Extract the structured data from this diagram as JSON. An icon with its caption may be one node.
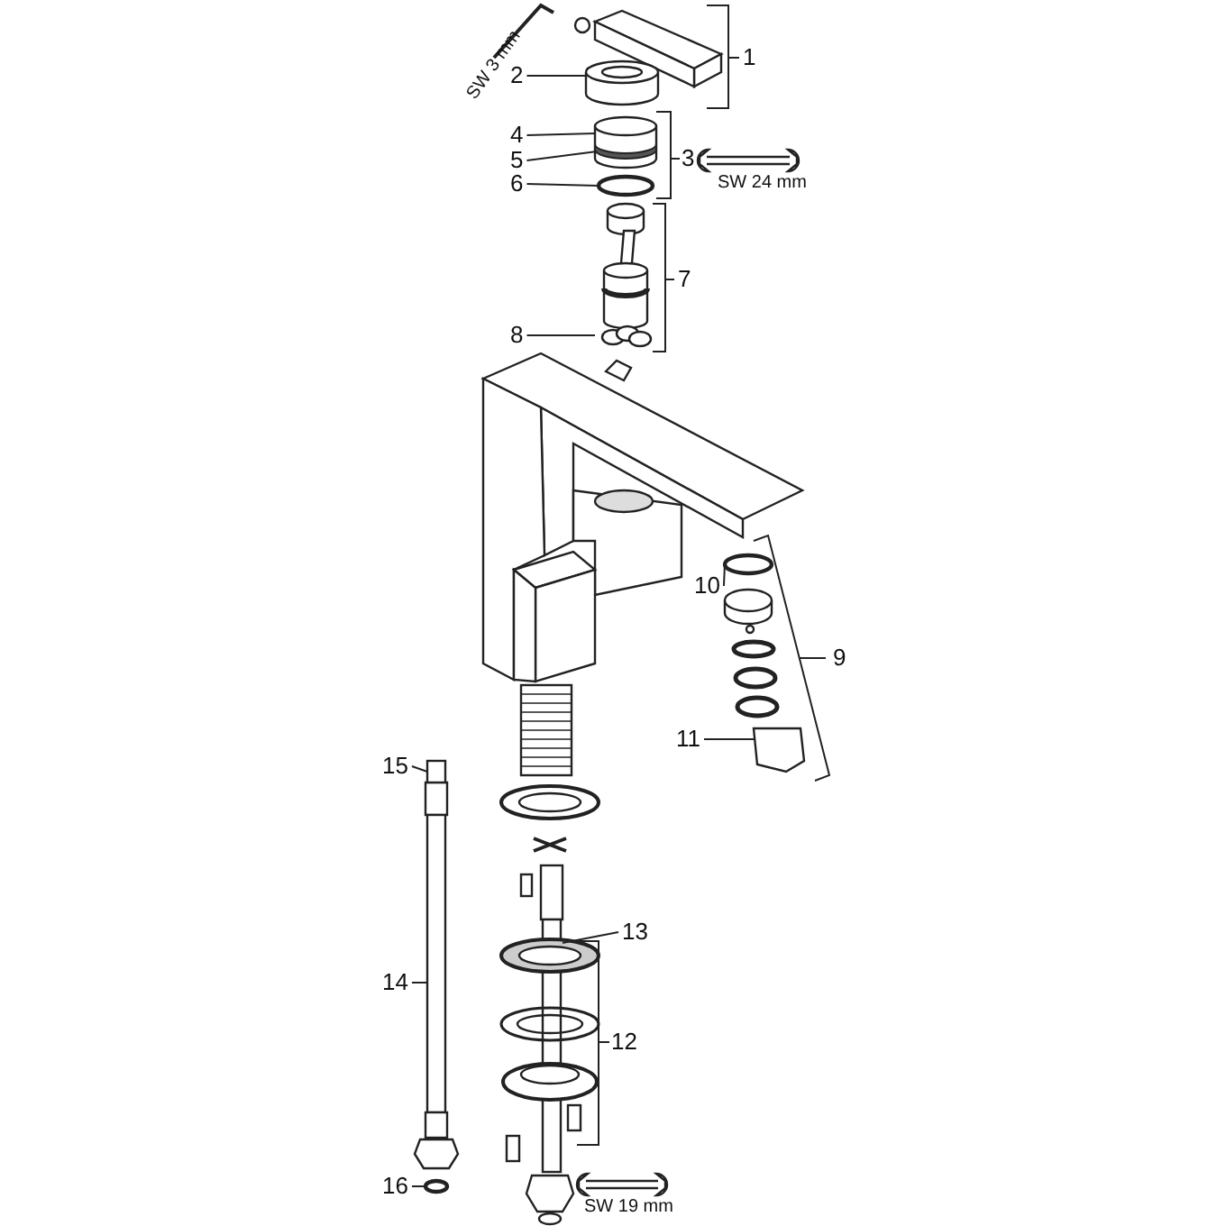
{
  "diagram": {
    "nodes": [
      {
        "text": [
          "2"
        ]
      },
      {
        "text": [
          "4"
        ]
      },
      {
        "text": [
          "5"
        ]
      },
      {
        "text": [
          "6"
        ]
      },
      {
        "text": [
          "8"
        ]
      },
      {
        "text": [
          "10"
        ]
      },
      {
        "text": [
          "11"
        ]
      },
      {
        "text": [
          "15"
        ]
      },
      {
        "text": [
          "13"
        ]
      },
      {
        "text": [
          "14"
        ]
      },
      {
        "text": [
          "16"
        ]
      },
      {
        "text": [],
        "shape": "ring"
      },
      {
        "text": [],
        "shape": "ring"
      },
      {
        "text": [],
        "shape": "box"
      },
      {
        "text": [],
        "shape": "ring"
      }
    ],
    "edges": [
      {
        "from": 0,
        "to": null,
        "arrow": "none"
      },
      {
        "from": 1,
        "to": null,
        "arrow": "none"
      },
      {
        "from": 2,
        "to": null,
        "arrow": "none"
      },
      {
        "from": 3,
        "to": 11,
        "arrow": "none"
      },
      {
        "from": 4,
        "to": null,
        "arrow": "none"
      },
      {
        "from": 5,
        "to": 12,
        "arrow": "none"
      },
      {
        "from": 6,
        "to": null,
        "arrow": "none"
      },
      {
        "from": 7,
        "to": 13,
        "arrow": "none"
      },
      {
        "from": 8,
        "to": null,
        "arrow": "none"
      },
      {
        "from": 9,
        "to": null,
        "arrow": "none"
      },
      {
        "from": 10,
        "to": 14,
        "arrow": "none"
      }
    ],
    "labels": [
      "1",
      "SW 3 mm",
      "3",
      "SW 24 mm",
      "7",
      "9",
      "12",
      "SW 19 mm"
    ]
  }
}
